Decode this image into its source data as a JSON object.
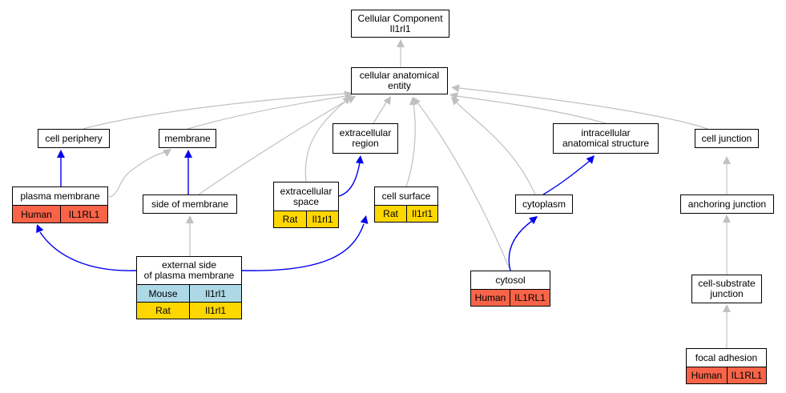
{
  "colors": {
    "edge_gray": "#c0c0c0",
    "edge_blue": "#0000ee",
    "human": "#f96449",
    "rat": "#ffd700",
    "mouse": "#add8e6"
  },
  "nodes": {
    "root": "Cellular Component\nIl1rl1",
    "cae": "cellular anatomical\nentity",
    "cell_periphery": "cell periphery",
    "membrane": "membrane",
    "extracellular_region": "extracellular\nregion",
    "intracellular": "intracellular\nanatomical structure",
    "cell_junction": "cell junction",
    "plasma_membrane": "plasma membrane",
    "side_of_membrane": "side of membrane",
    "extracellular_space": "extracellular\nspace",
    "cell_surface": "cell surface",
    "cytoplasm": "cytoplasm",
    "anchoring_junction": "anchoring junction",
    "external_side": "external side\nof plasma membrane",
    "cytosol": "cytosol",
    "cell_substrate": "cell-substrate\njunction",
    "focal_adhesion": "focal adhesion"
  },
  "annotations": {
    "plasma_membrane": [
      [
        "Human",
        "IL1RL1"
      ]
    ],
    "extracellular_space": [
      [
        "Rat",
        "Il1rl1"
      ]
    ],
    "cell_surface": [
      [
        "Rat",
        "Il1rl1"
      ]
    ],
    "external_side": [
      [
        "Mouse",
        "Il1rl1"
      ],
      [
        "Rat",
        "Il1rl1"
      ]
    ],
    "cytosol": [
      [
        "Human",
        "IL1RL1"
      ]
    ],
    "focal_adhesion": [
      [
        "Human",
        "IL1RL1"
      ]
    ]
  }
}
